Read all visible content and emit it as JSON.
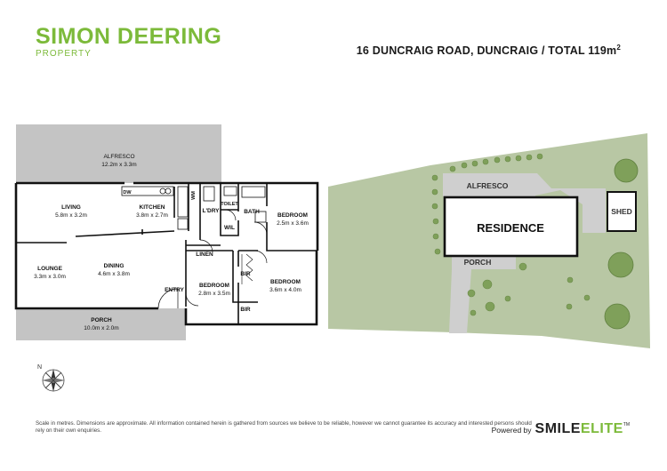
{
  "brand": {
    "name": "SIMON DEERING",
    "sub": "PROPERTY",
    "color": "#7cba3a"
  },
  "address": {
    "text": "16 DUNCRAIG ROAD, DUNCRAIG /  TOTAL 119m",
    "sup": "2"
  },
  "floorplan": {
    "rooms": {
      "alfresco": {
        "name": "ALFRESCO",
        "dims": "12.2m x 3.3m"
      },
      "living": {
        "name": "LIVING",
        "dims": "5.8m x 3.2m"
      },
      "kitchen": {
        "name": "KITCHEN",
        "dims": "3.8m x 2.7m"
      },
      "dw": {
        "name": "DW"
      },
      "wm": {
        "name": "WM"
      },
      "laundry": {
        "name": "L'DRY"
      },
      "toilet": {
        "name": "TOILET"
      },
      "bath": {
        "name": "BATH"
      },
      "wil": {
        "name": "WIL"
      },
      "linen": {
        "name": "LINEN"
      },
      "bedroom1": {
        "name": "BEDROOM",
        "dims": "2.5m x 3.6m"
      },
      "bedroom2": {
        "name": "BEDROOM",
        "dims": "3.6m x 4.0m"
      },
      "bedroom3": {
        "name": "BEDROOM",
        "dims": "2.8m x 3.5m"
      },
      "bir1": {
        "name": "BIR"
      },
      "bir2": {
        "name": "BIR"
      },
      "lounge": {
        "name": "LOUNGE",
        "dims": "3.3m x 3.0m"
      },
      "dining": {
        "name": "DINING",
        "dims": "4.6m x 3.8m"
      },
      "entry": {
        "name": "ENTRY"
      },
      "porch": {
        "name": "PORCH",
        "dims": "10.0m x 2.0m"
      }
    },
    "compass": {
      "label": "N"
    }
  },
  "siteplan": {
    "alfresco": "ALFRESCO",
    "residence": "RESIDENCE",
    "shed": "SHED",
    "porch": "PORCH"
  },
  "footer": {
    "disclaimer": "Scale in metres. Dimensions are approximate. All information contained herein is gathered from sources we believe to be reliable, however we cannot guarantee its accuracy and interested persons should rely on their own enquiries.",
    "powered_by": "Powered by",
    "logo_smile": "SMILE",
    "logo_elite": "ELITE",
    "logo_tm": "TM"
  },
  "colors": {
    "lawn": "#b6c6a2",
    "shrub": "#7fa05a",
    "paving": "#c9c9c9",
    "wall": "#111111"
  }
}
